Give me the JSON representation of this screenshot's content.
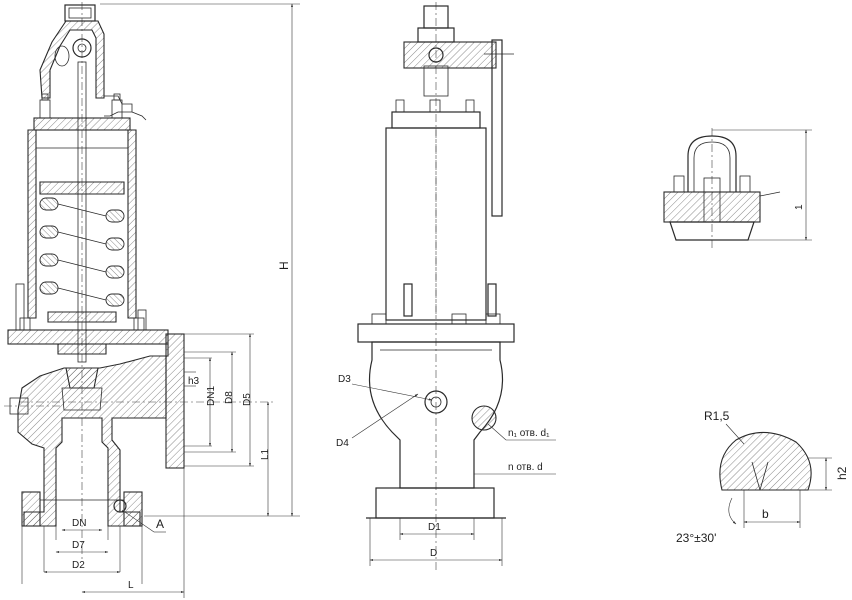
{
  "labels": {
    "H": "H",
    "h3": "h3",
    "DN1": "DN1",
    "D8": "D8",
    "D5": "D5",
    "L1": "L1",
    "A": "A",
    "DN": "DN",
    "D7": "D7",
    "D2": "D2",
    "L": "L",
    "D3": "D3",
    "D4": "D4",
    "n1_holes": "n₁ отв. d₁",
    "n_holes": "n отв. d",
    "D1": "D1",
    "D": "D",
    "one": "1",
    "R15": "R1,5",
    "h2": "h2",
    "b": "b",
    "angle": "23°±30'"
  }
}
